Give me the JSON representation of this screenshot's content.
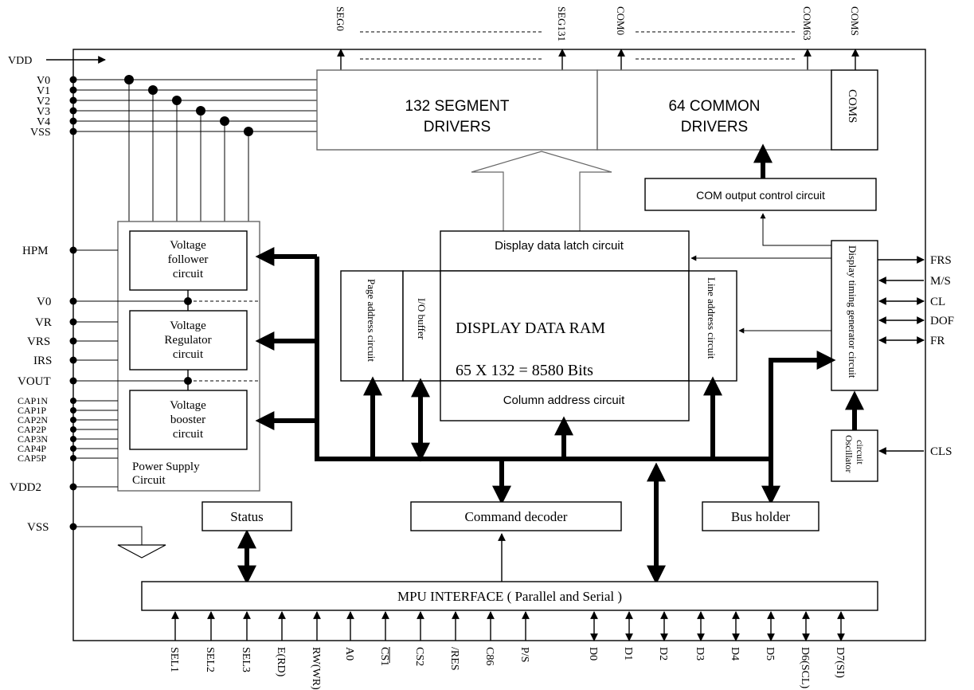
{
  "power_pins": [
    "VDD",
    "V0",
    "V1",
    "V2",
    "V3",
    "V4",
    "VSS"
  ],
  "left_pins": [
    "HPM",
    "V0",
    "VR",
    "VRS",
    "IRS",
    "VOUT",
    "CAP1N",
    "CAP1P",
    "CAP2N",
    "CAP2P",
    "CAP3N",
    "CAP4P",
    "CAP5P",
    "VDD2",
    "VSS"
  ],
  "top_pins": {
    "seg_first": "SEG0",
    "seg_last": "SEG131",
    "com_first": "COM0",
    "com_last": "COM63",
    "coms": "COMS"
  },
  "blocks": {
    "segment_drivers": [
      "132 SEGMENT",
      "DRIVERS"
    ],
    "common_drivers": [
      "64 COMMON",
      "DRIVERS"
    ],
    "coms": "COMS",
    "com_output_control": "COM output control circuit",
    "display_latch": "Display data latch circuit",
    "page_address": "Page address circuit",
    "io_buffer": "I/O buffer",
    "ram_title": "DISPLAY DATA RAM",
    "ram_size": "65 X 132 = 8580 Bits",
    "line_address": "Line address circuit",
    "column_address": "Column address circuit",
    "timing_generator": "Display timing generator circuit",
    "oscillator": "Oscillator circuit",
    "voltage_follower": [
      "Voltage",
      "follower",
      "circuit"
    ],
    "voltage_regulator": [
      "Voltage",
      "Regulator",
      "circuit"
    ],
    "voltage_booster": [
      "Voltage",
      "booster",
      "circuit"
    ],
    "power_supply": [
      "Power Supply",
      "Circuit"
    ],
    "status": "Status",
    "command_decoder": "Command decoder",
    "bus_holder": "Bus holder",
    "mpu_interface": "MPU  INTERFACE ( Parallel and Serial )"
  },
  "right_pins": [
    "FRS",
    "M/S",
    "CL",
    "DOF",
    "FR",
    "CLS"
  ],
  "bottom_inputs": [
    "SEL1",
    "SEL2",
    "SEL3",
    "E(RD)",
    "RW(WR)",
    "A0",
    "CS1",
    "CS2",
    "/RES",
    "C86",
    "P/S"
  ],
  "bottom_data": [
    "D0",
    "D1",
    "D2",
    "D3",
    "D4",
    "D5",
    "D6(SCL)",
    "D7(SI)"
  ]
}
